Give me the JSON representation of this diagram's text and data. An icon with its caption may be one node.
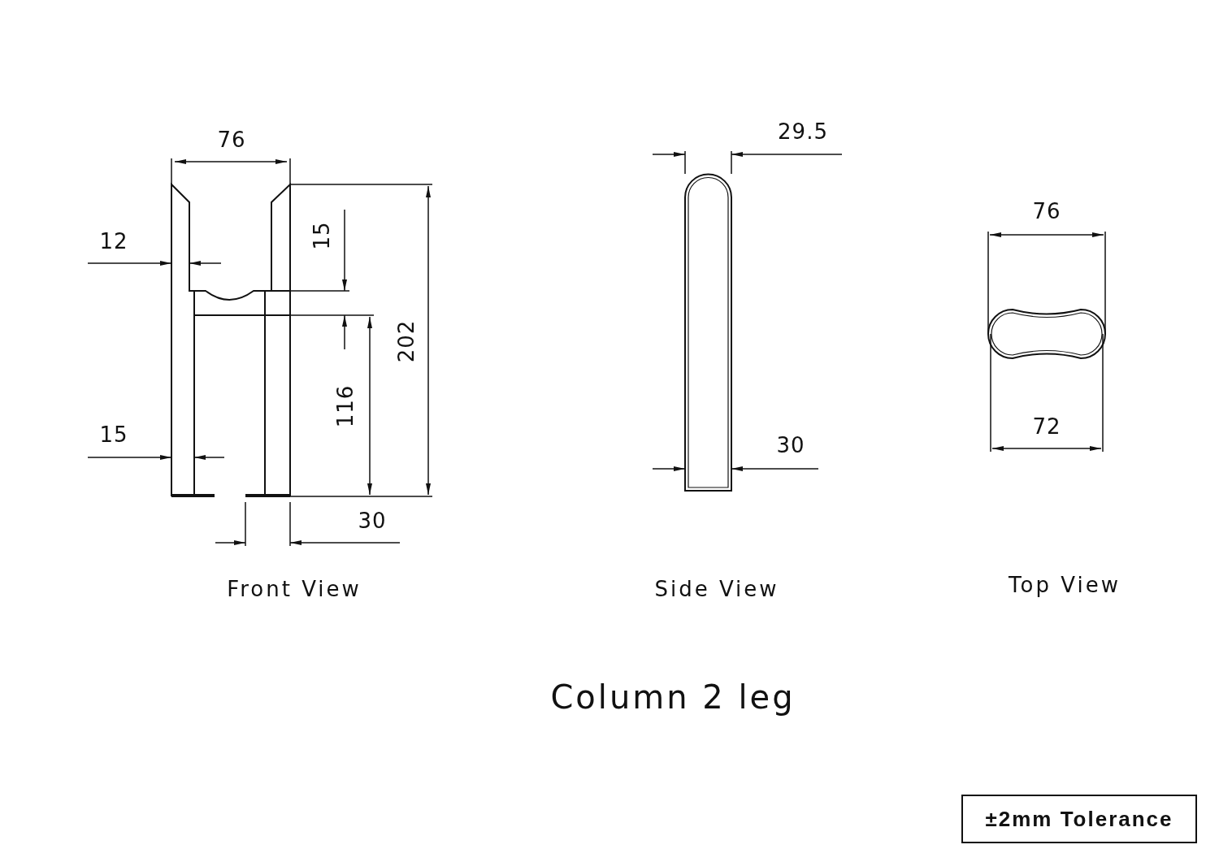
{
  "diagram": {
    "title": "Column 2 leg",
    "nodes": [
      {
        "text": [
          "±2mm Tolerance"
        ]
      }
    ],
    "labels": [
      "76",
      "12",
      "15",
      "116",
      "202",
      "15",
      "30",
      "Front View",
      "29.5",
      "30",
      "Side View",
      "76",
      "72",
      "Top View"
    ]
  }
}
